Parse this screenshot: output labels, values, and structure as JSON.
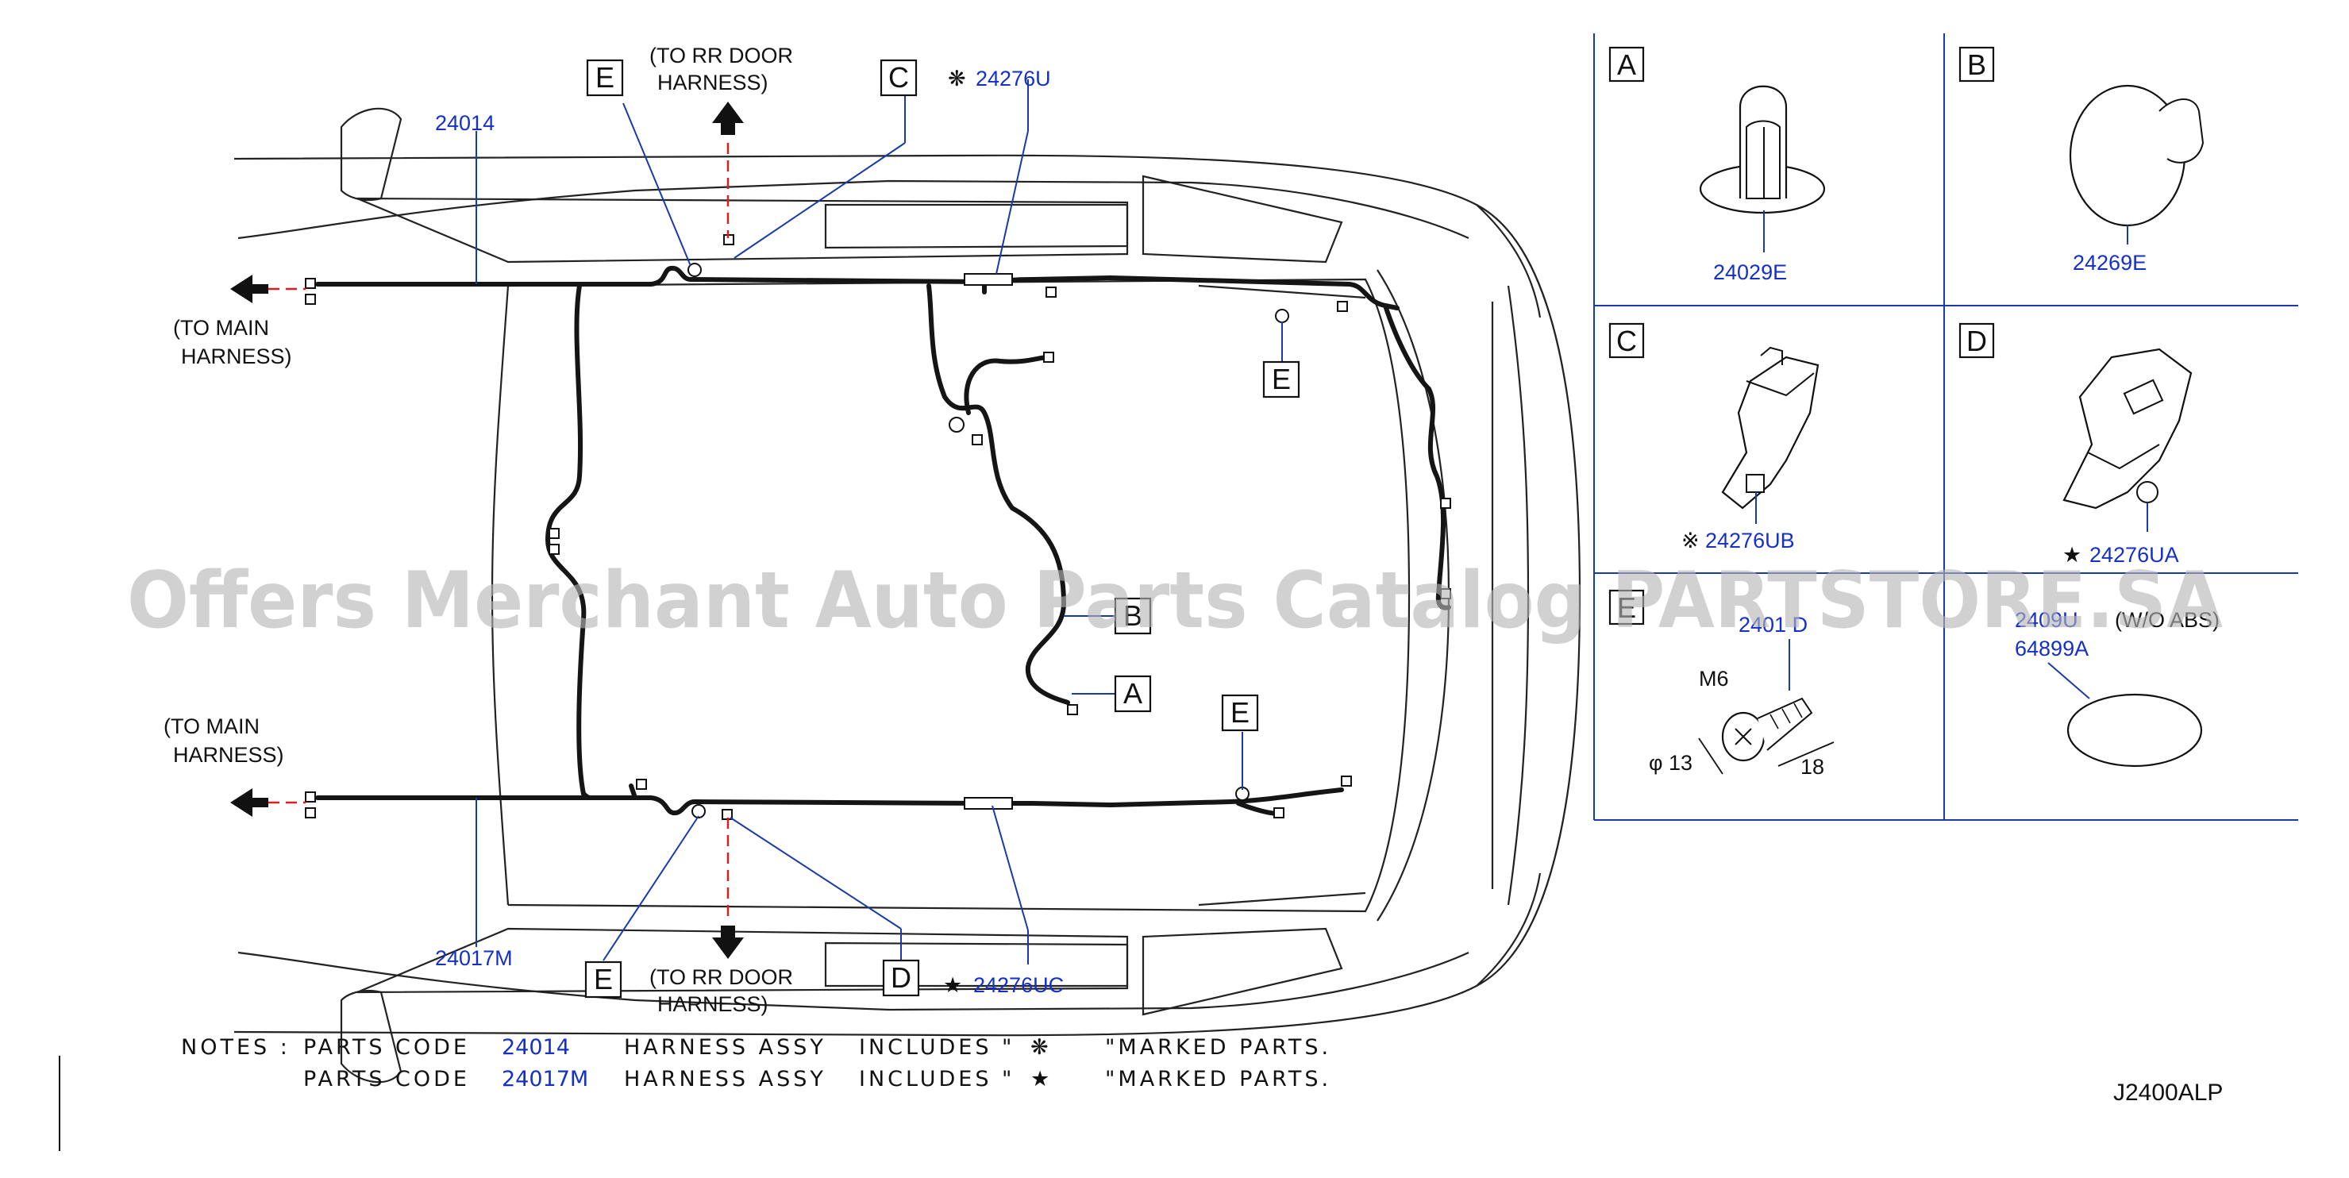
{
  "callouts": {
    "a": "A",
    "b": "B",
    "c": "C",
    "d": "D",
    "e": "E"
  },
  "parts": {
    "p24014": "24014",
    "p24017m": "24017M",
    "p24276u": "24276U",
    "p24276uc": "24276UC",
    "p24029e": "24029E",
    "p24269e": "24269E",
    "p24276ub": "24276UB",
    "p24276ua": "24276UA",
    "p2401_d": "2401 D",
    "p2409u": "2409U",
    "p64899a": "64899A"
  },
  "symbols": {
    "flower": "❋",
    "star": "★",
    "ref": "※"
  },
  "texts": {
    "to_rr_door_1": "(TO  RR  DOOR",
    "to_rr_door_2": "HARNESS)",
    "to_main_1": "(TO  MAIN",
    "to_main_2": "HARNESS)",
    "wo_abs": "(W/O ABS)",
    "m6": "M6",
    "phi13": "φ 13",
    "dim18": "18"
  },
  "notes": {
    "lead": "NOTES  :",
    "rows": [
      {
        "parts_code": "PARTS  CODE",
        "code": "24014",
        "harness": "HARNESS  ASSY",
        "includes": "INCLUDES  \"",
        "symbol": "❋",
        "marked": "\"MARKED  PARTS."
      },
      {
        "parts_code": "PARTS  CODE",
        "code": "24017M",
        "harness": "HARNESS  ASSY",
        "includes": "INCLUDES  \"",
        "symbol": "★",
        "marked": "\"MARKED  PARTS."
      }
    ]
  },
  "diagram_id": "J2400ALP",
  "watermark": "Offers Merchant Auto Parts Catalog PARTSTORE.SA",
  "colors": {
    "part_number": "#1530c8",
    "grid": "#1a3aa8",
    "red_dash": "#d42020",
    "watermark": "#b4b4b4"
  }
}
